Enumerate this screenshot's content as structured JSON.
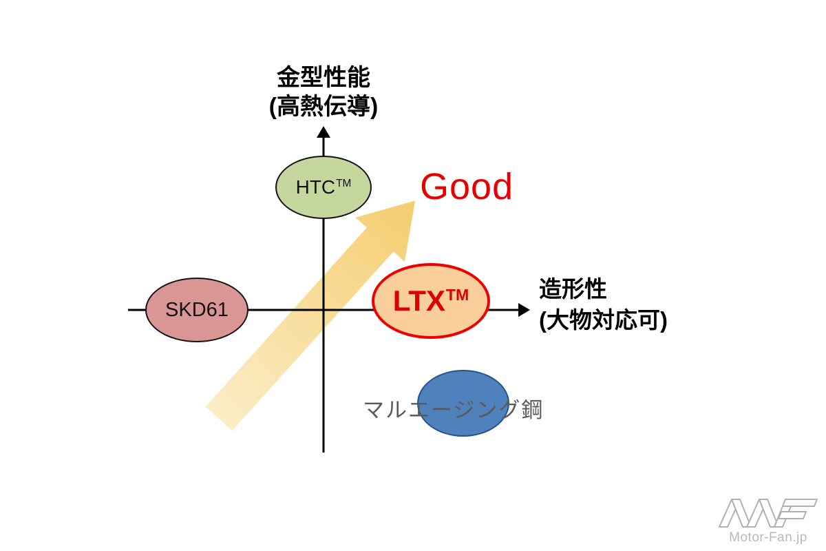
{
  "diagram": {
    "y_axis": {
      "label_line1": "金型性能",
      "label_line2": "(高熱伝導)"
    },
    "x_axis": {
      "label_line1": "造形性",
      "label_line2": "(大物対応可)"
    },
    "good_label": "Good"
  },
  "nodes": {
    "htc": {
      "label": "HTC",
      "sup": "TM",
      "fill": "#c5d79e",
      "quadrant": "top-center-on-y-axis"
    },
    "skd61": {
      "label": "SKD61",
      "fill": "#d99694",
      "quadrant": "left-on-x-axis"
    },
    "ltx": {
      "label": "LTX",
      "sup": "TM",
      "fill": "#fbcf9c",
      "border": "#ee0000",
      "quadrant": "right-on-x-axis"
    },
    "maraging": {
      "label": "マルエージング鋼",
      "fill": "#4f81bd",
      "quadrant": "bottom-right"
    }
  },
  "colors": {
    "good_text": "#e60000",
    "ltx_text": "#dd0000",
    "axis": "#000000",
    "arrow_gradient_start": "#fbebc0",
    "arrow_gradient_end": "#f3c75f",
    "maraging_text": "#5a5a5a"
  },
  "watermark": {
    "text": "Motor-Fan.jp",
    "logo": "MF"
  }
}
